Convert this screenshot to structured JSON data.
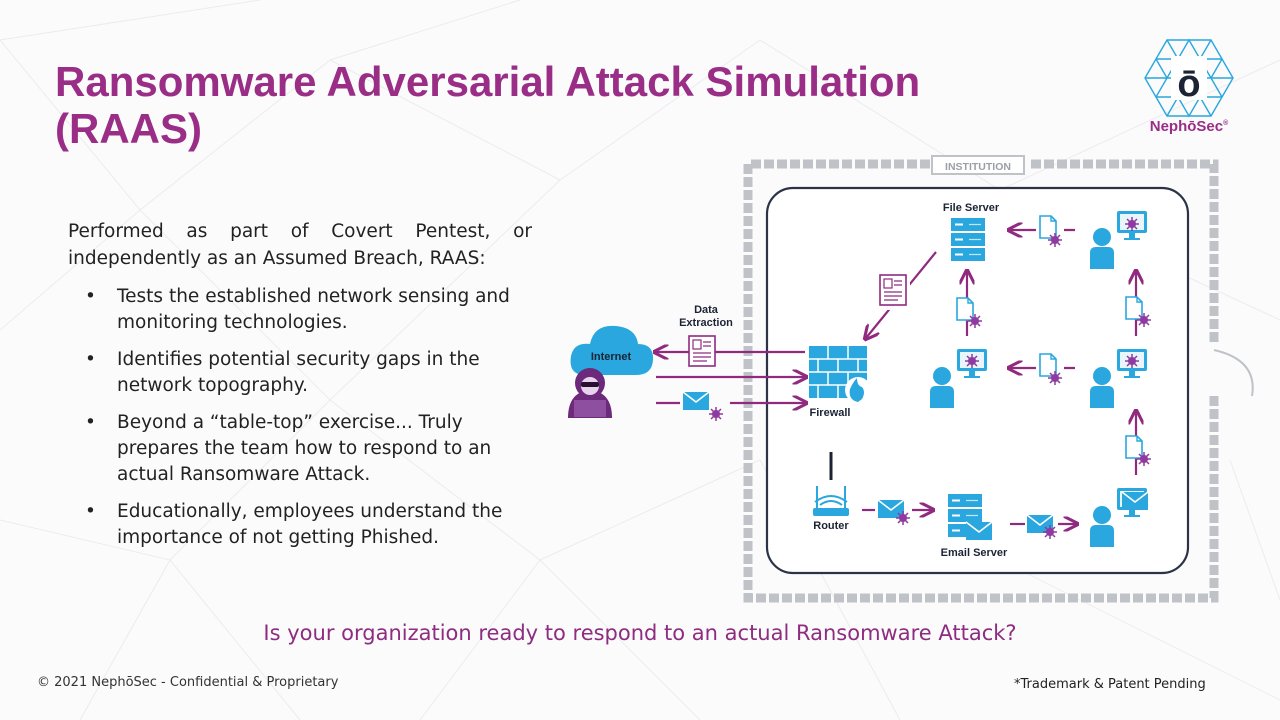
{
  "slide": {
    "title": "Ransomware Adversarial Attack Simulation (RAAS)",
    "intro": "Performed as part of Covert Pentest, or independently as an Assumed Breach, RAAS:",
    "bullets": [
      "Tests the established network sensing and monitoring technologies.",
      "Identifies potential security gaps in the network topography.",
      "Beyond a “table-top” exercise... Truly prepares the team how to respond to an actual Ransomware Attack.",
      "Educationally, employees understand the importance of not getting Phished."
    ],
    "bullet_marker": "•",
    "question": "Is your organization ready to respond to an actual Ransomware Attack?",
    "footer_left": "© 2021 NephōSec - Confidential & Proprietary",
    "footer_right": "*Trademark & Patent Pending"
  },
  "logo": {
    "name": "NephōSec",
    "trademark": "®",
    "glyph": "ō",
    "icon": "hexagon-logo-icon"
  },
  "diagram": {
    "labels": {
      "institution": "INSTITUTION",
      "file_server": "File Server",
      "data_extraction_1": "Data",
      "data_extraction_2": "Extraction",
      "internet": "Internet",
      "firewall": "Firewall",
      "router": "Router",
      "email_server": "Email Server"
    },
    "icons": [
      "cloud-icon",
      "hacker-icon",
      "firewall-icon",
      "router-icon",
      "server-icon",
      "email-icon",
      "document-icon",
      "user-workstation-icon",
      "virus-icon",
      "arrow-icon"
    ]
  },
  "colors": {
    "title": "#9a2e86",
    "question": "#8d2c80",
    "accent_blue": "#29a7de",
    "arrow_purple": "#8f2a7f",
    "virus_purple": "#8e3aa0",
    "wall_gray": "#bfc3c8",
    "hacker_purple": "#6e2a7a"
  }
}
